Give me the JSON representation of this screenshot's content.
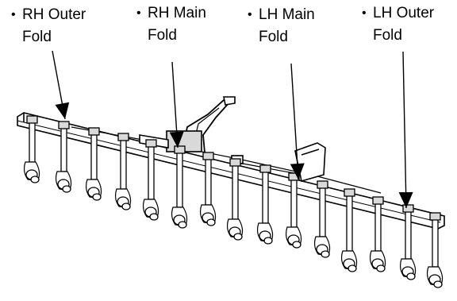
{
  "callouts": [
    {
      "line1": "RH Outer",
      "line2": "Fold",
      "bullet": "•"
    },
    {
      "line1": "RH Main",
      "line2": "Fold",
      "bullet": "•"
    },
    {
      "line1": "LH Main",
      "line2": "Fold",
      "bullet": "•"
    },
    {
      "line1": "LH Outer",
      "line2": "Fold",
      "bullet": "•"
    }
  ],
  "colors": {
    "ink": "#000000",
    "frame_fill": "#ffffff",
    "shade": "#d9d9d9"
  }
}
